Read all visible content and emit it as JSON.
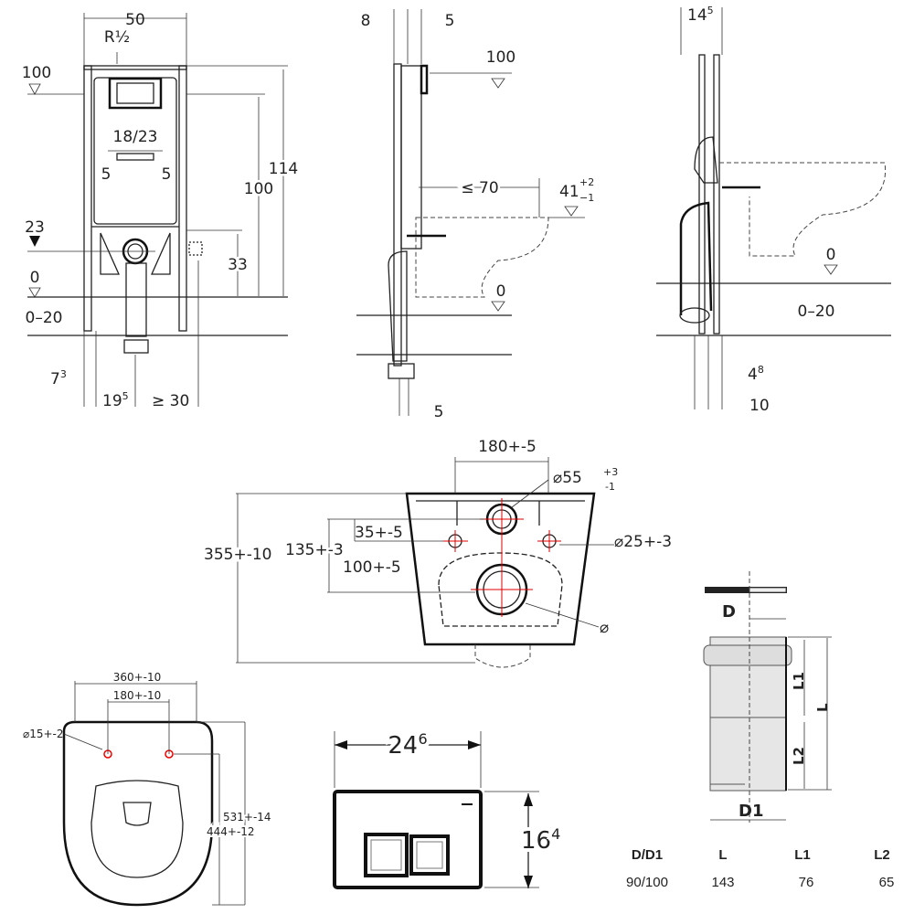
{
  "front_view": {
    "width": "50",
    "thread": "R½",
    "level_top": "100",
    "spacing": "18/23",
    "offset_left": "5",
    "offset_right": "5",
    "height_total": "114",
    "height_100": "100",
    "level_23": "23",
    "height_33": "33",
    "level_0": "0",
    "floor_range": "0–20",
    "leg_offset": "7",
    "leg_offset_sup": "3",
    "center_offset": "19",
    "center_offset_sup": "5",
    "min_distance": "≥ 30"
  },
  "side_view": {
    "depth_8": "8",
    "depth_5_top": "5",
    "level_top": "100",
    "max_70": "≤ 70",
    "level_41": "41",
    "level_41_plus": "+2",
    "level_41_minus": "−1",
    "level_0": "0",
    "depth_5_bottom": "5"
  },
  "right_view": {
    "width": "14",
    "width_sup": "5",
    "level_0": "0",
    "floor_range": "0–20",
    "offset": "4",
    "offset_sup": "8",
    "offset_10": "10"
  },
  "bowl_view": {
    "bolt_spacing": "180+-5",
    "outlet_diameter": "⌀55",
    "outlet_plus": "+3",
    "outlet_minus": "-1",
    "dim_35": "35+-5",
    "dim_135": "135+-3",
    "hole_diameter": "⌀25+-3",
    "dim_355": "355+-10",
    "dim_100": "100+-5",
    "drain_diameter": "⌀"
  },
  "top_view": {
    "width_360": "360+-10",
    "width_180": "180+-10",
    "hole": "⌀15+-2",
    "length_531": "531+-14",
    "length_444": "444+-12"
  },
  "flush_plate": {
    "width": "24",
    "width_sup": "6",
    "height": "16",
    "height_sup": "4"
  },
  "pipe": {
    "label_d": "D",
    "label_l1": "L1",
    "label_l": "L",
    "label_l2": "L2",
    "label_d1": "D1",
    "table": {
      "headers": [
        "D/D1",
        "L",
        "L1",
        "L2"
      ],
      "row": [
        "90/100",
        "143",
        "76",
        "65"
      ]
    }
  },
  "colors": {
    "line": "#222222",
    "center_marks": "#e00000",
    "pipe_fill": "#e6e6e6"
  }
}
